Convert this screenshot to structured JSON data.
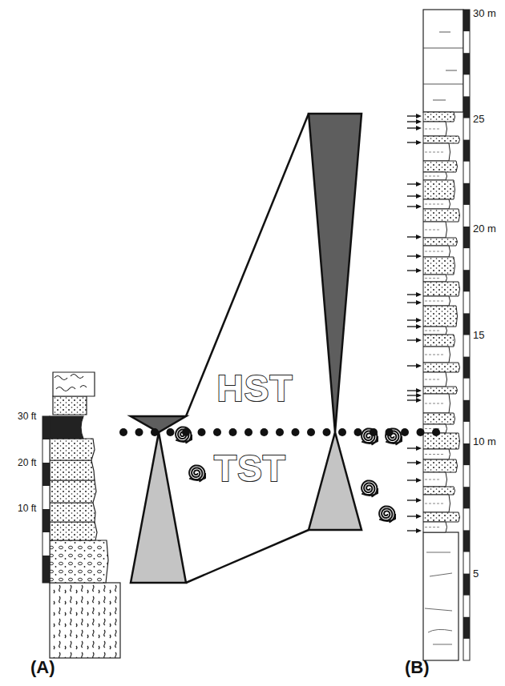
{
  "diagram": {
    "labels": [
      "30 ft",
      "20 ft",
      "10 ft",
      "HST",
      "TST",
      "30 m",
      "25",
      "20 m",
      "15",
      "10 m",
      "5",
      "(A)",
      "(B)"
    ]
  }
}
